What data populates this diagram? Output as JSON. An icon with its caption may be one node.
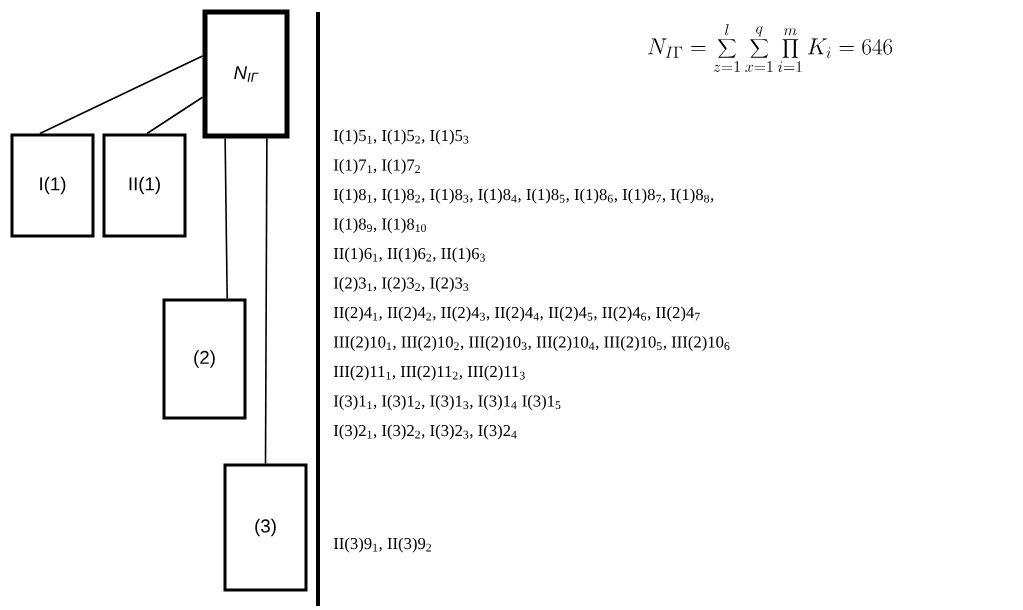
{
  "diagram": {
    "nodes": [
      {
        "text": [
          "N$_{IГ}$"
        ]
      },
      {
        "text": [
          "I(1)"
        ]
      },
      {
        "text": [
          "II(1)"
        ]
      },
      {
        "text": [
          "(2)"
        ]
      },
      {
        "text": [
          "(3)"
        ]
      }
    ],
    "edges": [
      {
        "from": 0,
        "to": 1,
        "arrow": "none"
      },
      {
        "from": 0,
        "to": 2,
        "arrow": "none"
      },
      {
        "from": 0,
        "to": 3,
        "arrow": "none"
      },
      {
        "from": 0,
        "to": 4,
        "arrow": "none"
      }
    ],
    "labels": [
      "N_{I\\Gamma} = \\sum_{z=1}^{l}\\sum_{x=1}^{q}\\prod_{i=1}^{m} K_{i} = 646",
      "I(1)5$_{1}$, I(1)5$_{2}$, I(1)5$_{3}$",
      "I(1)7$_{1}$,  I(1)7$_{2}$",
      "I(1)8$_{1}$, I(1)8$_{2}$, I(1)8$_{3}$,  I(1)8$_{4}$, I(1)8$_{5}$,  I(1)8$_{6}$, I(1)8$_{7}$,  I(1)8$_{8}$,",
      "I(1)8$_{9}$,  I(1)8$_{10}$",
      "II(1)6$_{1}$,  II(1)6$_{2}$,  II(1)6$_{3}$",
      "I(2)3$_{1}$, I(2)3$_{2}$, I(2)3$_{3}$",
      "II(2)4$_{1}$, II(2)4$_{2}$, II(2)4$_{3}$, II(2)4$_{4}$, II(2)4$_{5}$, II(2)4$_{6}$, II(2)4$_{7}$",
      "III(2)10$_{1}$, III(2)10$_{2}$, III(2)10$_{3}$, III(2)10$_{4}$, III(2)10$_{5}$, III(2)10$_{6}$",
      "III(2)11$_{1}$, III(2)11$_{2}$, III(2)11$_{3}$",
      "I(3)1$_{1}$, I(3)1$_{2}$, I(3)1$_{3}$, I(3)1$_{4}$ I(3)1$_{5}$",
      "I(3)2$_{1}$, I(3)2$_{2}$, I(3)2$_{3}$, I(3)2$_{4}$",
      "II(3)9$_{1}$, II(3)9$_{2}$"
    ]
  }
}
